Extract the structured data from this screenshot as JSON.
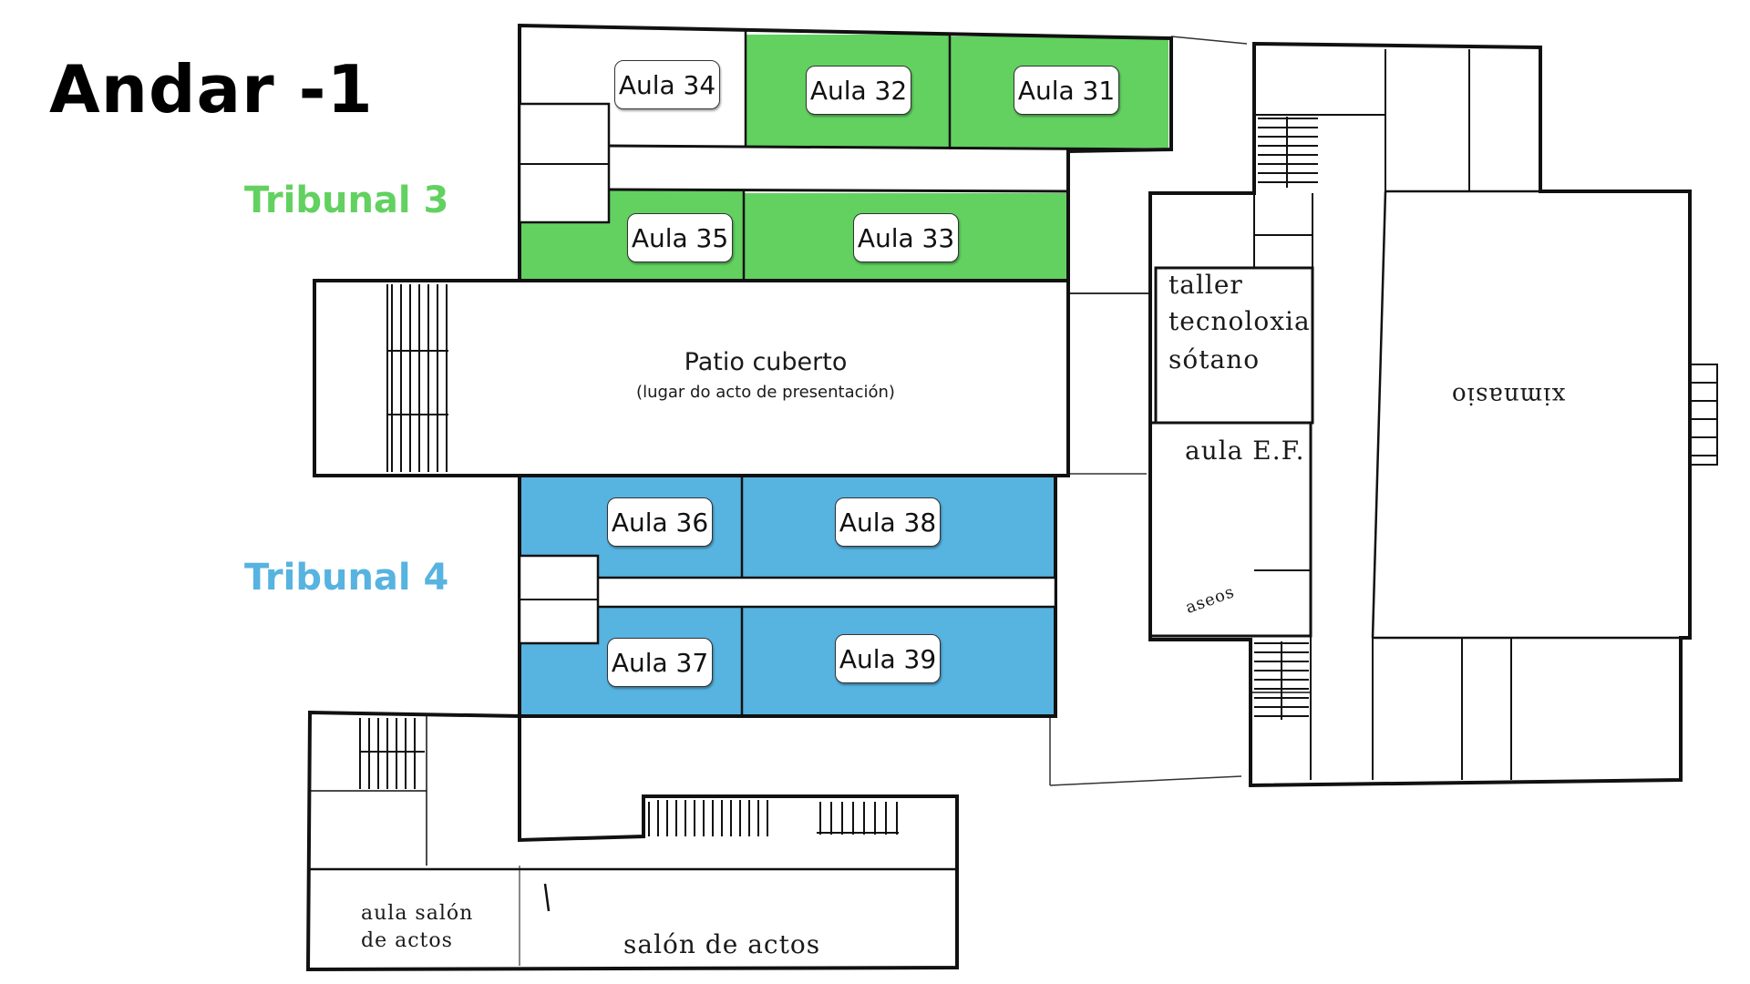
{
  "title": "Andar -1",
  "legend": {
    "tribunal_3": {
      "label": "Tribunal 3",
      "color": "#62d160"
    },
    "tribunal_4": {
      "label": "Tribunal 4",
      "color": "#57b3e0"
    }
  },
  "rooms": {
    "aula_31": "Aula 31",
    "aula_32": "Aula 32",
    "aula_33": "Aula 33",
    "aula_34": "Aula 34",
    "aula_35": "Aula 35",
    "aula_36": "Aula 36",
    "aula_37": "Aula 37",
    "aula_38": "Aula 38",
    "aula_39": "Aula 39"
  },
  "patio": {
    "name": "Patio cuberto",
    "note": "(lugar do acto de presentación)"
  },
  "plan_labels": {
    "taller": [
      "taller",
      "tecnoloxia",
      "sótano"
    ],
    "aula_ef": "aula E.F.",
    "aseos": "aseos",
    "ximnasio": "ximnasio",
    "aula_salon": [
      "aula salón",
      "de actos"
    ],
    "salon_actos": "salón de actos"
  },
  "colors": {
    "line": "#111111",
    "background": "#ffffff"
  }
}
